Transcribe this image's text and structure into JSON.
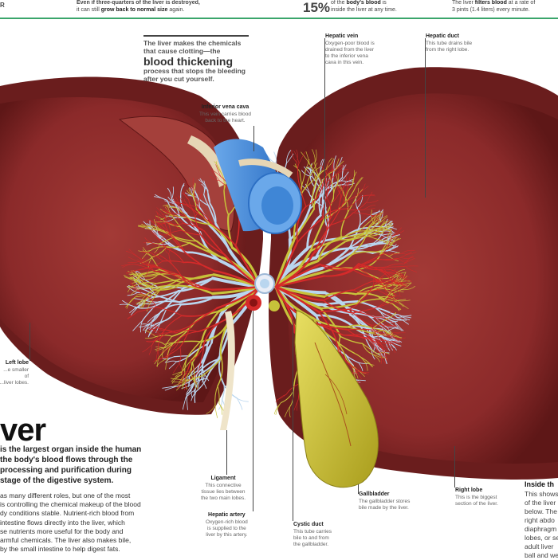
{
  "header": {
    "left_letter": "R",
    "regrow_line1": "Even if three-quarters of the liver is destroyed,",
    "regrow_line2_pre": "it can still ",
    "regrow_line2_bold": "grow back to normal size",
    "regrow_line2_post": " again.",
    "stat_value": "15%",
    "stat_line1_pre": "of the ",
    "stat_line1_bold": "body's blood",
    "stat_line1_post": " is",
    "stat_line2": "inside the liver at any time.",
    "filter_line1_pre": "The liver ",
    "filter_line1_bold": "filters blood",
    "filter_line1_post": " at a rate of",
    "filter_line2": "3 pints (1.4 liters) every minute."
  },
  "blood_box": {
    "line1": "The liver makes the chemicals",
    "line2": "that cause clotting—the",
    "headline": "blood thickening",
    "line3": "process that stops the bleeding",
    "line4": "after you cut yourself."
  },
  "callouts": {
    "hepatic_vein": {
      "title": "Hepatic vein",
      "desc": [
        "Oxygen-poor blood is",
        "drained from the liver",
        "to the inferior vena",
        "cava in this vein."
      ]
    },
    "hepatic_duct": {
      "title": "Hepatic duct",
      "desc": [
        "This tube drains bile",
        "from the right lobe."
      ]
    },
    "ivc": {
      "title": "Inferior vena cava",
      "desc": [
        "This vein carries blood",
        "back to the heart."
      ]
    },
    "left_lobe": {
      "title": "Left lobe",
      "desc": [
        "...e smaller of",
        "...liver lobes."
      ]
    },
    "ligament": {
      "title": "Ligament",
      "desc": [
        "This connective",
        "tissue lies between",
        "the two main lobes."
      ]
    },
    "gallbladder": {
      "title": "Gallbladder",
      "desc": [
        "The gallbladder stores",
        "bile made by the liver."
      ]
    },
    "right_lobe": {
      "title": "Right lobe",
      "desc": [
        "This is the biggest",
        "section of the liver."
      ]
    },
    "hepatic_artery": {
      "title": "Hepatic artery",
      "desc": [
        "Oxygen-rich blood",
        "is supplied to the",
        "liver by this artery."
      ]
    },
    "cystic_duct": {
      "title": "Cystic duct",
      "desc": [
        "This tube carries",
        "bile to and from",
        "the gallbladder."
      ]
    }
  },
  "main_text": {
    "headline": "ver",
    "lead": [
      "is the largest organ inside the human",
      "the body's blood flows through the",
      "processing and purification during",
      "stage of the digestive system."
    ],
    "body": [
      "as many different roles, but one of the most",
      "is controlling the chemical makeup of the blood",
      "dy conditions stable. Nutrient-rich blood from",
      "intestine flows directly into the liver, which",
      "se nutrients more useful for the body and",
      "armful chemicals. The liver also makes bile,",
      "by the small intestine to help digest fats."
    ]
  },
  "inside_box": {
    "title": "Inside th",
    "lines": [
      "This shows",
      "of the liver",
      "below. The",
      "right abdo",
      "diaphragm",
      "lobes, or se",
      "adult liver",
      "ball and we"
    ]
  },
  "colors": {
    "accent_green": "#3aa56b",
    "liver_red": "#8e2c2c",
    "liver_dark": "#6a1d1d",
    "vein_blue": "#b9d6ef",
    "vena_cava": "#4a8fd8",
    "duct_yellow": "#c7c23a",
    "gallbladder": "#cdc23a",
    "artery_red": "#d52a2a"
  }
}
